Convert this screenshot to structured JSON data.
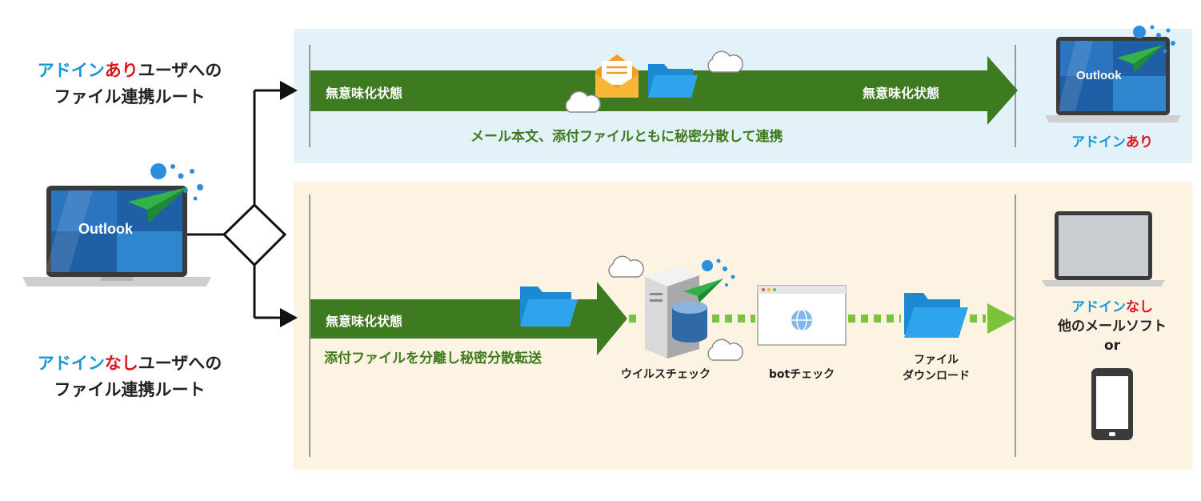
{
  "route_top": {
    "label_line1_part1": "アドイン",
    "label_line1_part2": "あり",
    "label_line1_part3": "ユーザへの",
    "label_line2": "ファイル連携ルート",
    "band_left": "無意味化状態",
    "band_right": "無意味化状態",
    "caption": "メール本文、添付ファイルともに秘密分散して連携",
    "dest_part1": "アドイン",
    "dest_part2": "あり"
  },
  "route_bottom": {
    "label_line1_part1": "アドイン",
    "label_line1_part2": "なし",
    "label_line1_part3": "ユーザへの",
    "label_line2": "ファイル連携ルート",
    "band_left": "無意味化状態",
    "caption": "添付ファイルを分離し秘密分散転送",
    "step_virus": "ウイルスチェック",
    "step_bot": "botチェック",
    "step_download_line1": "ファイル",
    "step_download_line2": "ダウンロード",
    "dest_part1": "アドイン",
    "dest_part2": "なし",
    "dest_line2": "他のメールソフト",
    "dest_line3": "or"
  },
  "laptop_label": "Outlook",
  "colors": {
    "band_green": "#3e7a1f",
    "dotted_green": "#7cc33c",
    "accent_blue": "#1797d6",
    "accent_red": "#e0141d",
    "panel_top": "#e3f2f9",
    "panel_bottom": "#fdf3e3"
  }
}
